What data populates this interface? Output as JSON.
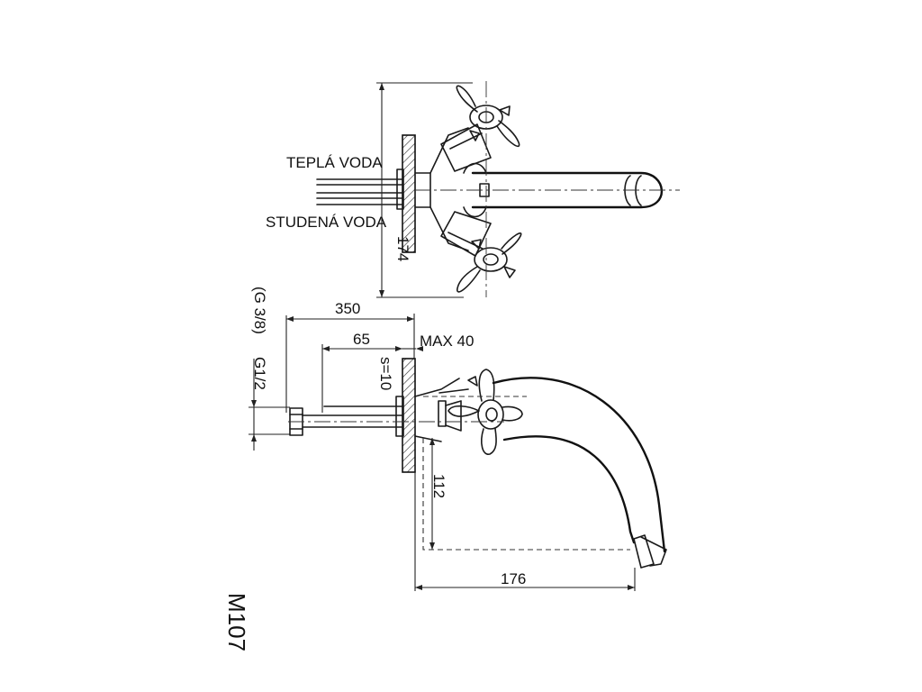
{
  "drawing": {
    "model_code": "M107",
    "labels": {
      "hot_water": "TEPLÁ VODA",
      "cold_water": "STUDENÁ VODA",
      "thread_outer": "G1/2",
      "thread_inner": "(G 3/8)"
    },
    "dimensions": {
      "spread": "174",
      "total_length": "350",
      "pipe_length": "65",
      "wall_max": "MAX 40",
      "wall_thickness": "s=10",
      "spout_height": "112",
      "spout_reach": "176"
    }
  }
}
